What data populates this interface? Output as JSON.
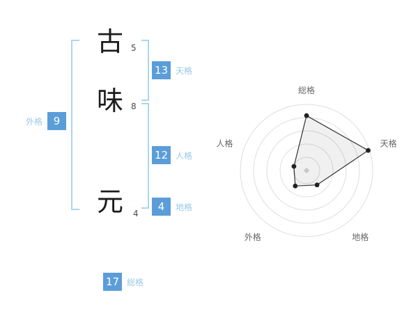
{
  "name": {
    "chars": [
      {
        "glyph": "古",
        "strokes": "5"
      },
      {
        "glyph": "味",
        "strokes": "8"
      },
      {
        "glyph": "元",
        "strokes": "4"
      }
    ]
  },
  "kaku": {
    "gaikaku": {
      "value": "9",
      "label": "外格"
    },
    "tenkaku": {
      "value": "13",
      "label": "天格"
    },
    "jinkaku": {
      "value": "12",
      "label": "人格"
    },
    "chikaku": {
      "value": "4",
      "label": "地格"
    },
    "soukaku": {
      "value": "17",
      "label": "総格"
    }
  },
  "colors": {
    "badge_blue": "#5b9dd9",
    "label_blue": "#9cc8e8",
    "bracket_blue": "#a9d6f2",
    "ring_gray": "#dddddd",
    "polygon_stroke": "#333333",
    "polygon_fill": "rgba(0,0,0,0.06)",
    "point_black": "#222222",
    "center_gray": "#c9c9c9",
    "axis_label_gray": "#666666"
  },
  "chart_data": {
    "type": "radar",
    "axes": [
      "総格",
      "天格",
      "地格",
      "外格",
      "人格"
    ],
    "values_norm": [
      0.83,
      0.98,
      0.27,
      0.29,
      0.2
    ],
    "rings": 5,
    "grid": "concentric-circles",
    "spokes": false,
    "legend": "none",
    "title": ""
  }
}
